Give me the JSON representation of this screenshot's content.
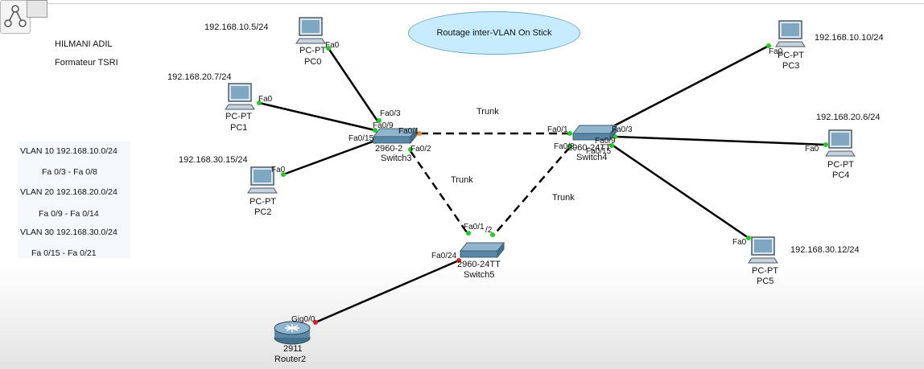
{
  "title": "Routage inter-VLAN On Stick",
  "author": {
    "name": "HILMANI ADIL",
    "role": "Formateur TSRI"
  },
  "vlan_notes": [
    {
      "line1": "VLAN 10  192.168.10.0/24",
      "line2": "Fa 0/3  -   Fa 0/8"
    },
    {
      "line1": "VLAN  20   192.168.20.0/24",
      "line2": "Fa  0/9  - Fa 0/14"
    },
    {
      "line1": "VLAN 30      192.168.30.0/24",
      "line2": "Fa 0/15  - Fa 0/21"
    }
  ],
  "pcs": [
    {
      "type": "PC-PT",
      "name": "PC0",
      "ip": "192.168.10.5/24",
      "port": "Fa0"
    },
    {
      "type": "PC-PT",
      "name": "PC1",
      "ip": "192.168.20.7/24",
      "port": "Fa0"
    },
    {
      "type": "PC-PT",
      "name": "PC2",
      "ip": "192.168.30.15/24",
      "port": "Fa0"
    },
    {
      "type": "PC-PT",
      "name": "PC3",
      "ip": "192.168.10.10/24",
      "port": "Fa0"
    },
    {
      "type": "PC-PT",
      "name": "PC4",
      "ip": "192.168.20.6/24",
      "port": "Fa0"
    },
    {
      "type": "PC-PT",
      "name": "PC5",
      "ip": "192.168.30.12/24",
      "port": "Fa0"
    }
  ],
  "switches": [
    {
      "model": "2960-2",
      "name": "Switch3"
    },
    {
      "model": "2960-24TT",
      "name": "Switch4"
    },
    {
      "model": "2960-24TT",
      "name": "Switch5"
    }
  ],
  "router": {
    "model": "2911",
    "name": "Router2",
    "port": "Gig0/0"
  },
  "ports": {
    "sw3_fa03": "Fa0/3",
    "sw3_fa09": "Fa0/9",
    "sw3_fa015": "Fa0/15",
    "sw3_fa01": "Fa0/1",
    "sw3_fa02": "Fa0/2",
    "sw4_fa01": "Fa0/1",
    "sw4_fa02": "Fa0/2",
    "sw4_fa03": "Fa0/3",
    "sw4_fa09": "Fa0/9",
    "sw4_fa015": "Fa0/15",
    "sw5_fa01": "Fa0/1",
    "sw5_fa02": "/2",
    "sw5_fa024": "Fa0/24"
  },
  "trunk_label": "Trunk",
  "colors": {
    "link_up": "#22cc22",
    "link_down": "#e02020",
    "link_pending": "#f08a24",
    "wire": "#000000"
  }
}
